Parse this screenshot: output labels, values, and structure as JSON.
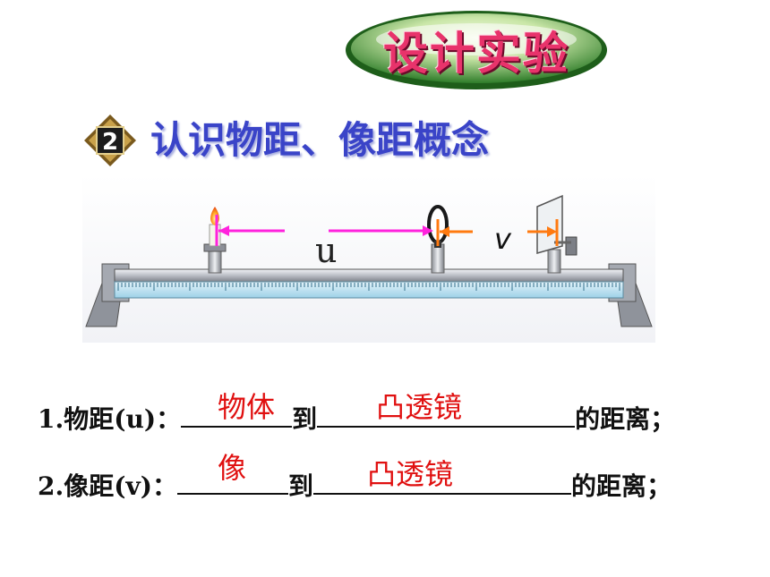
{
  "title": "设计实验",
  "section": {
    "number": "2",
    "heading": "认识物距、像距概念"
  },
  "diagram": {
    "label_u": "u",
    "label_v": "v"
  },
  "definitions": [
    {
      "prefix": "1.物距(u)：",
      "answer1": "物体",
      "mid": "到",
      "answer2": "凸透镜",
      "suffix": "的距离；"
    },
    {
      "prefix": "2.像距(v)：",
      "answer1": "像",
      "mid": "到",
      "answer2": "凸透镜",
      "suffix": "的距离；"
    }
  ],
  "colors": {
    "title_text": "#e8336b",
    "heading_text": "#3a44c8",
    "answer_text": "#e01010",
    "arrow_u": "#ff22dd",
    "arrow_v": "#ff7a10"
  }
}
